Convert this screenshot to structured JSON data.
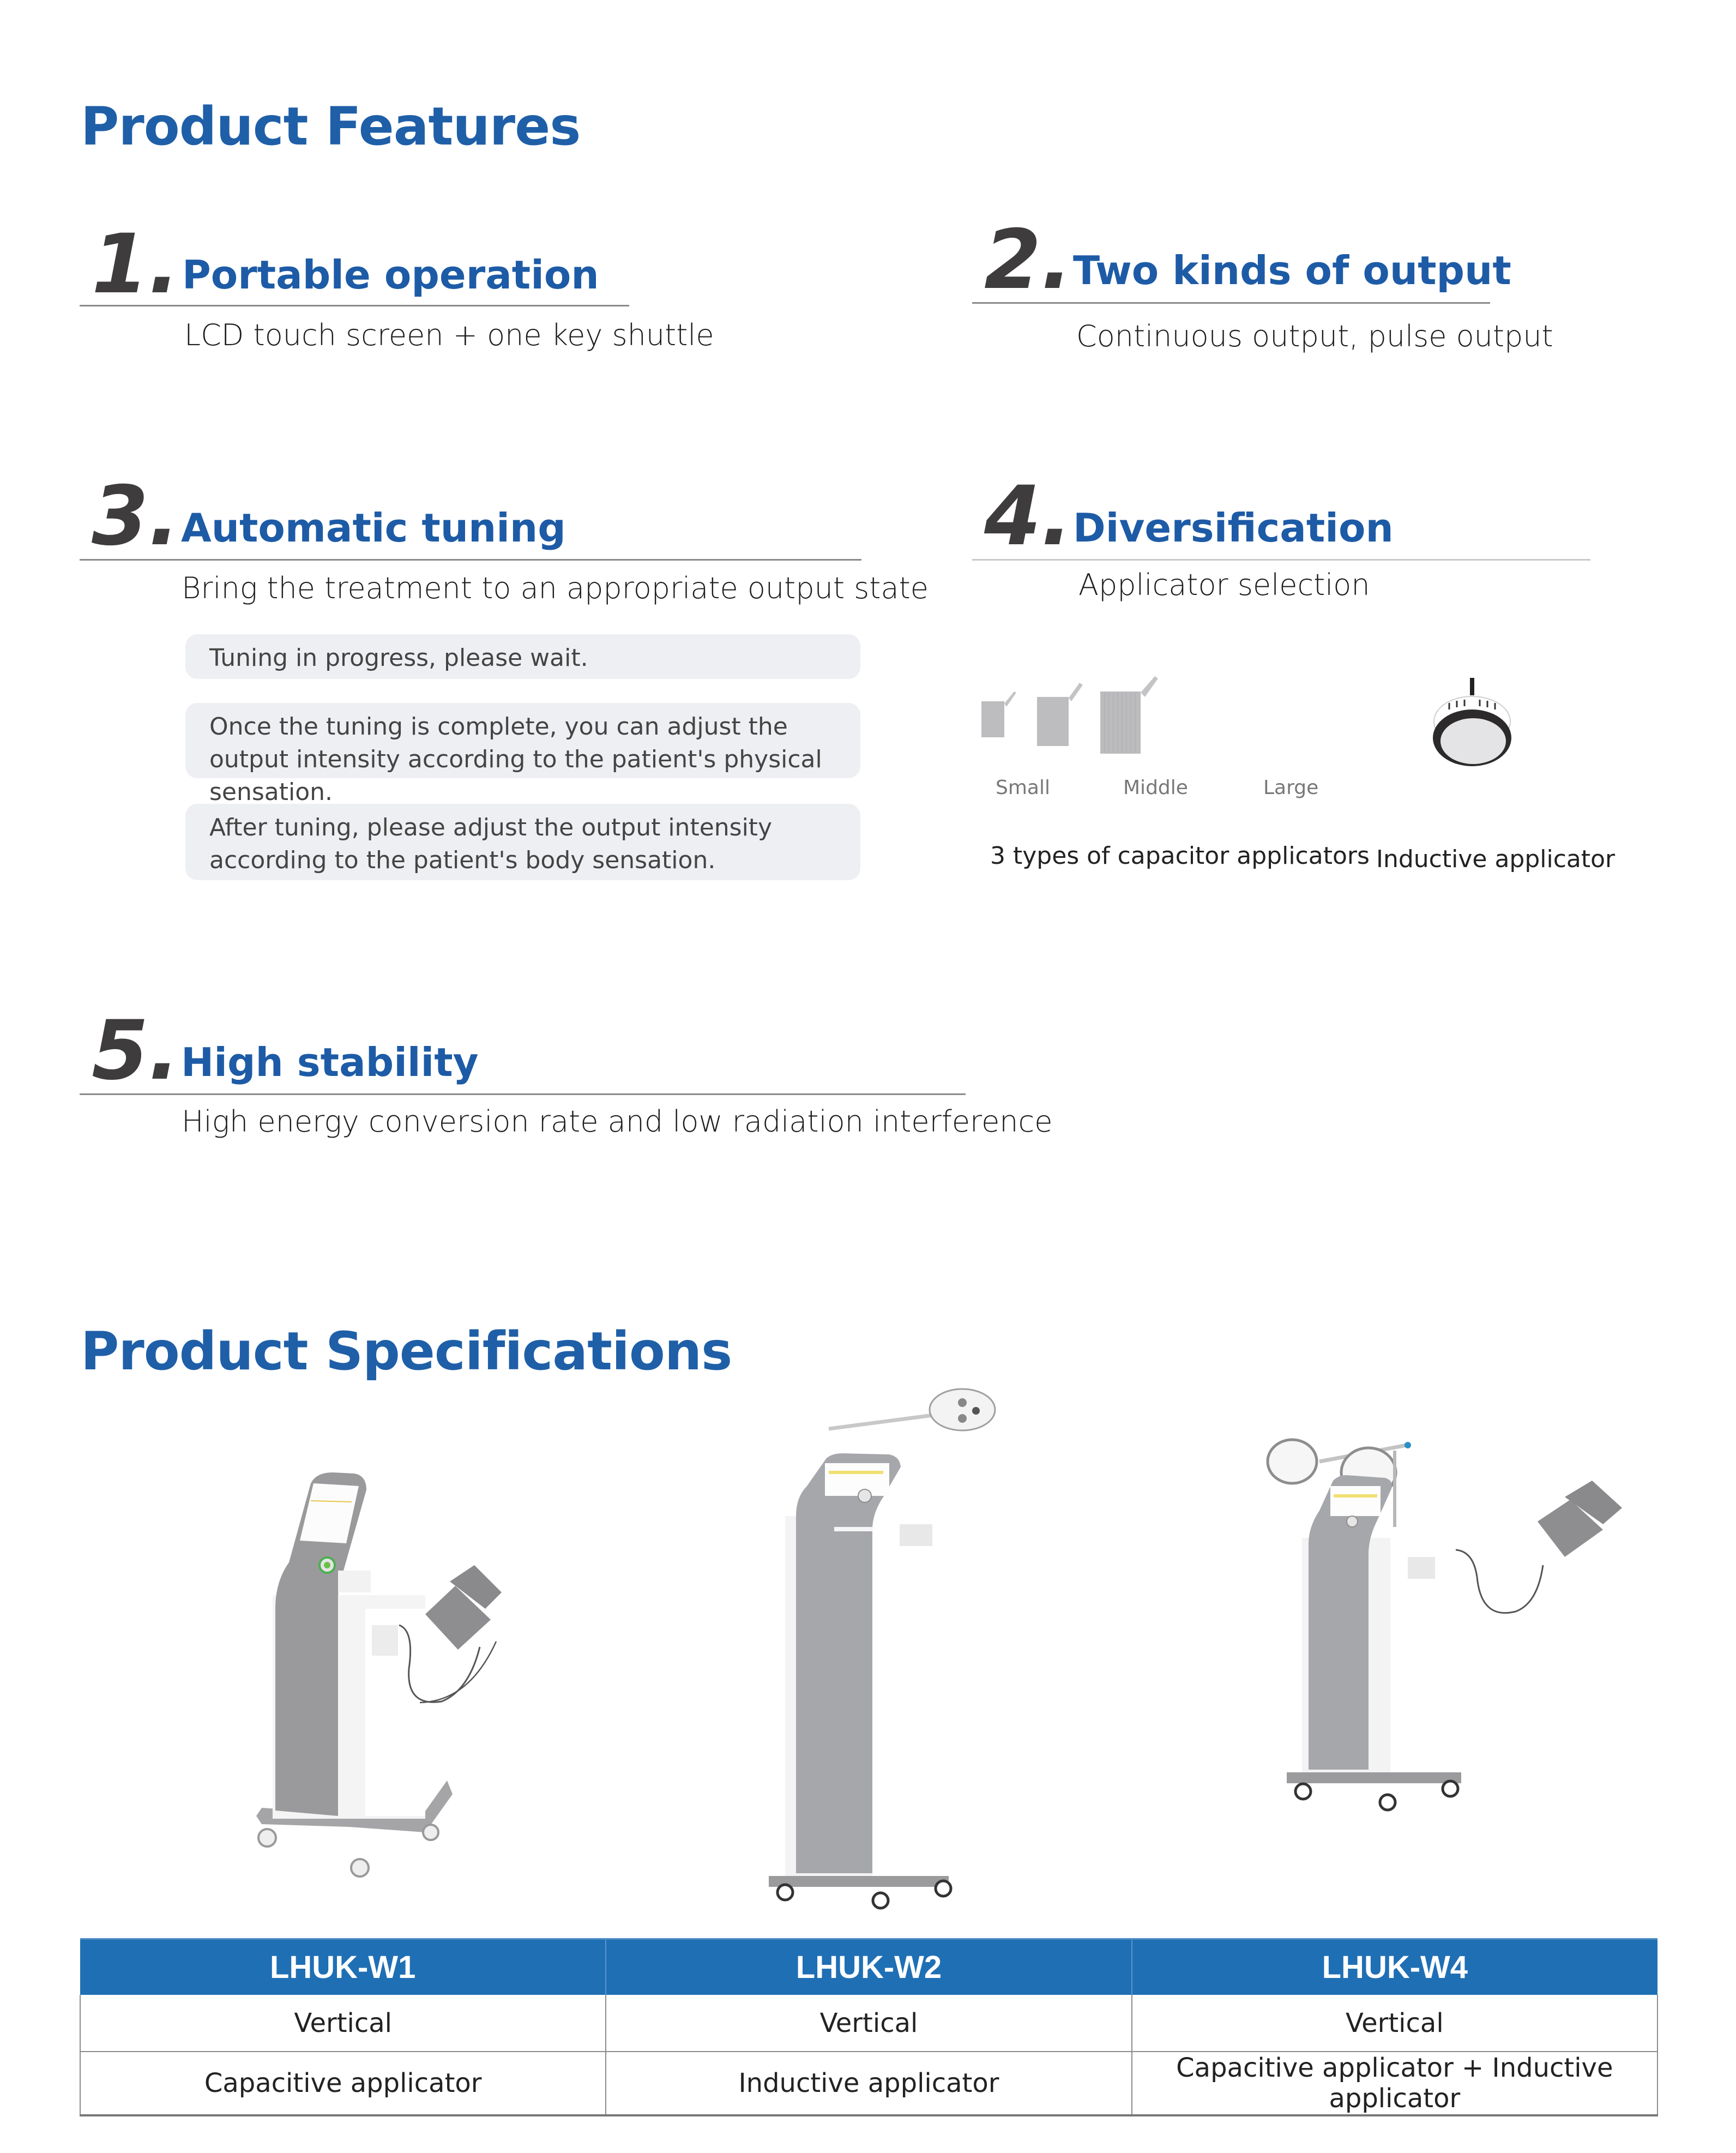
{
  "features_section": {
    "title": "Product Features",
    "items": [
      {
        "number": "1.",
        "title": "Portable operation",
        "description": "LCD touch screen + one key shuttle"
      },
      {
        "number": "2.",
        "title": "Two kinds of output",
        "description": "Continuous output, pulse output"
      },
      {
        "number": "3.",
        "title": "Automatic tuning",
        "description": "Bring the treatment to an appropriate output state",
        "messages": [
          "Tuning in progress, please wait.",
          "Once the tuning is complete, you can adjust the output intensity according to the patient's physical sensation.",
          "After tuning, please adjust the output intensity according to the patient's body sensation."
        ]
      },
      {
        "number": "4.",
        "title": "Diversification",
        "description": "Applicator selection",
        "capacitor_sizes": [
          "Small",
          "Middle",
          "Large"
        ],
        "capacitor_caption": "3 types of capacitor applicators",
        "inductive_caption": "Inductive applicator"
      },
      {
        "number": "5.",
        "title": "High stability",
        "description": "High energy conversion rate and low radiation interference"
      }
    ]
  },
  "specs_section": {
    "title": "Product Specifications",
    "models": [
      "LHUK-W1",
      "LHUK-W2",
      "LHUK-W4"
    ],
    "rows": [
      [
        "Vertical",
        "Vertical",
        "Vertical"
      ],
      [
        "Capacitive applicator",
        "Inductive applicator",
        "Capacitive applicator + Inductive applicator"
      ]
    ],
    "header_color": "#1f6fb5"
  },
  "colors": {
    "title_blue": "#1f5fa8",
    "number_gray": "#3e3c3d",
    "box_bg": "#eeeff2"
  }
}
